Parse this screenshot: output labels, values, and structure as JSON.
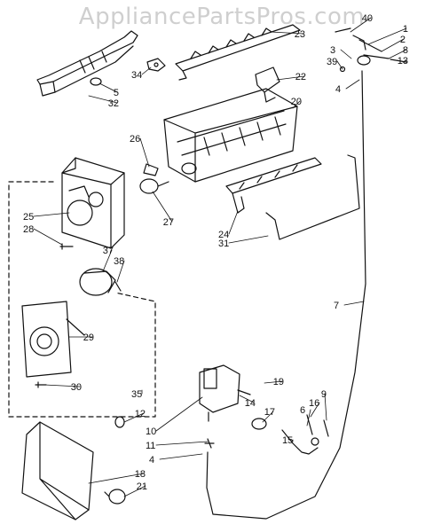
{
  "watermark": "AppliancePartsPros.com",
  "callouts": [
    {
      "id": "40",
      "label": "40"
    },
    {
      "id": "1",
      "label": "1"
    },
    {
      "id": "23",
      "label": "23"
    },
    {
      "id": "2",
      "label": "2"
    },
    {
      "id": "3",
      "label": "3"
    },
    {
      "id": "8",
      "label": "8"
    },
    {
      "id": "39",
      "label": "39"
    },
    {
      "id": "13",
      "label": "13"
    },
    {
      "id": "34",
      "label": "34"
    },
    {
      "id": "22",
      "label": "22"
    },
    {
      "id": "5",
      "label": "5"
    },
    {
      "id": "4a",
      "label": "4"
    },
    {
      "id": "32",
      "label": "32"
    },
    {
      "id": "20",
      "label": "20"
    },
    {
      "id": "26",
      "label": "26"
    },
    {
      "id": "27",
      "label": "27"
    },
    {
      "id": "25",
      "label": "25"
    },
    {
      "id": "28",
      "label": "28"
    },
    {
      "id": "24",
      "label": "24"
    },
    {
      "id": "31",
      "label": "31"
    },
    {
      "id": "37",
      "label": "37"
    },
    {
      "id": "38",
      "label": "38"
    },
    {
      "id": "7",
      "label": "7"
    },
    {
      "id": "29",
      "label": "29"
    },
    {
      "id": "30",
      "label": "30"
    },
    {
      "id": "19",
      "label": "19"
    },
    {
      "id": "35",
      "label": "35"
    },
    {
      "id": "14",
      "label": "14"
    },
    {
      "id": "16",
      "label": "16"
    },
    {
      "id": "9",
      "label": "9"
    },
    {
      "id": "6",
      "label": "6"
    },
    {
      "id": "12",
      "label": "12"
    },
    {
      "id": "10",
      "label": "10"
    },
    {
      "id": "17",
      "label": "17"
    },
    {
      "id": "15",
      "label": "15"
    },
    {
      "id": "11",
      "label": "11"
    },
    {
      "id": "4b",
      "label": "4"
    },
    {
      "id": "18",
      "label": "18"
    },
    {
      "id": "21",
      "label": "21"
    }
  ]
}
